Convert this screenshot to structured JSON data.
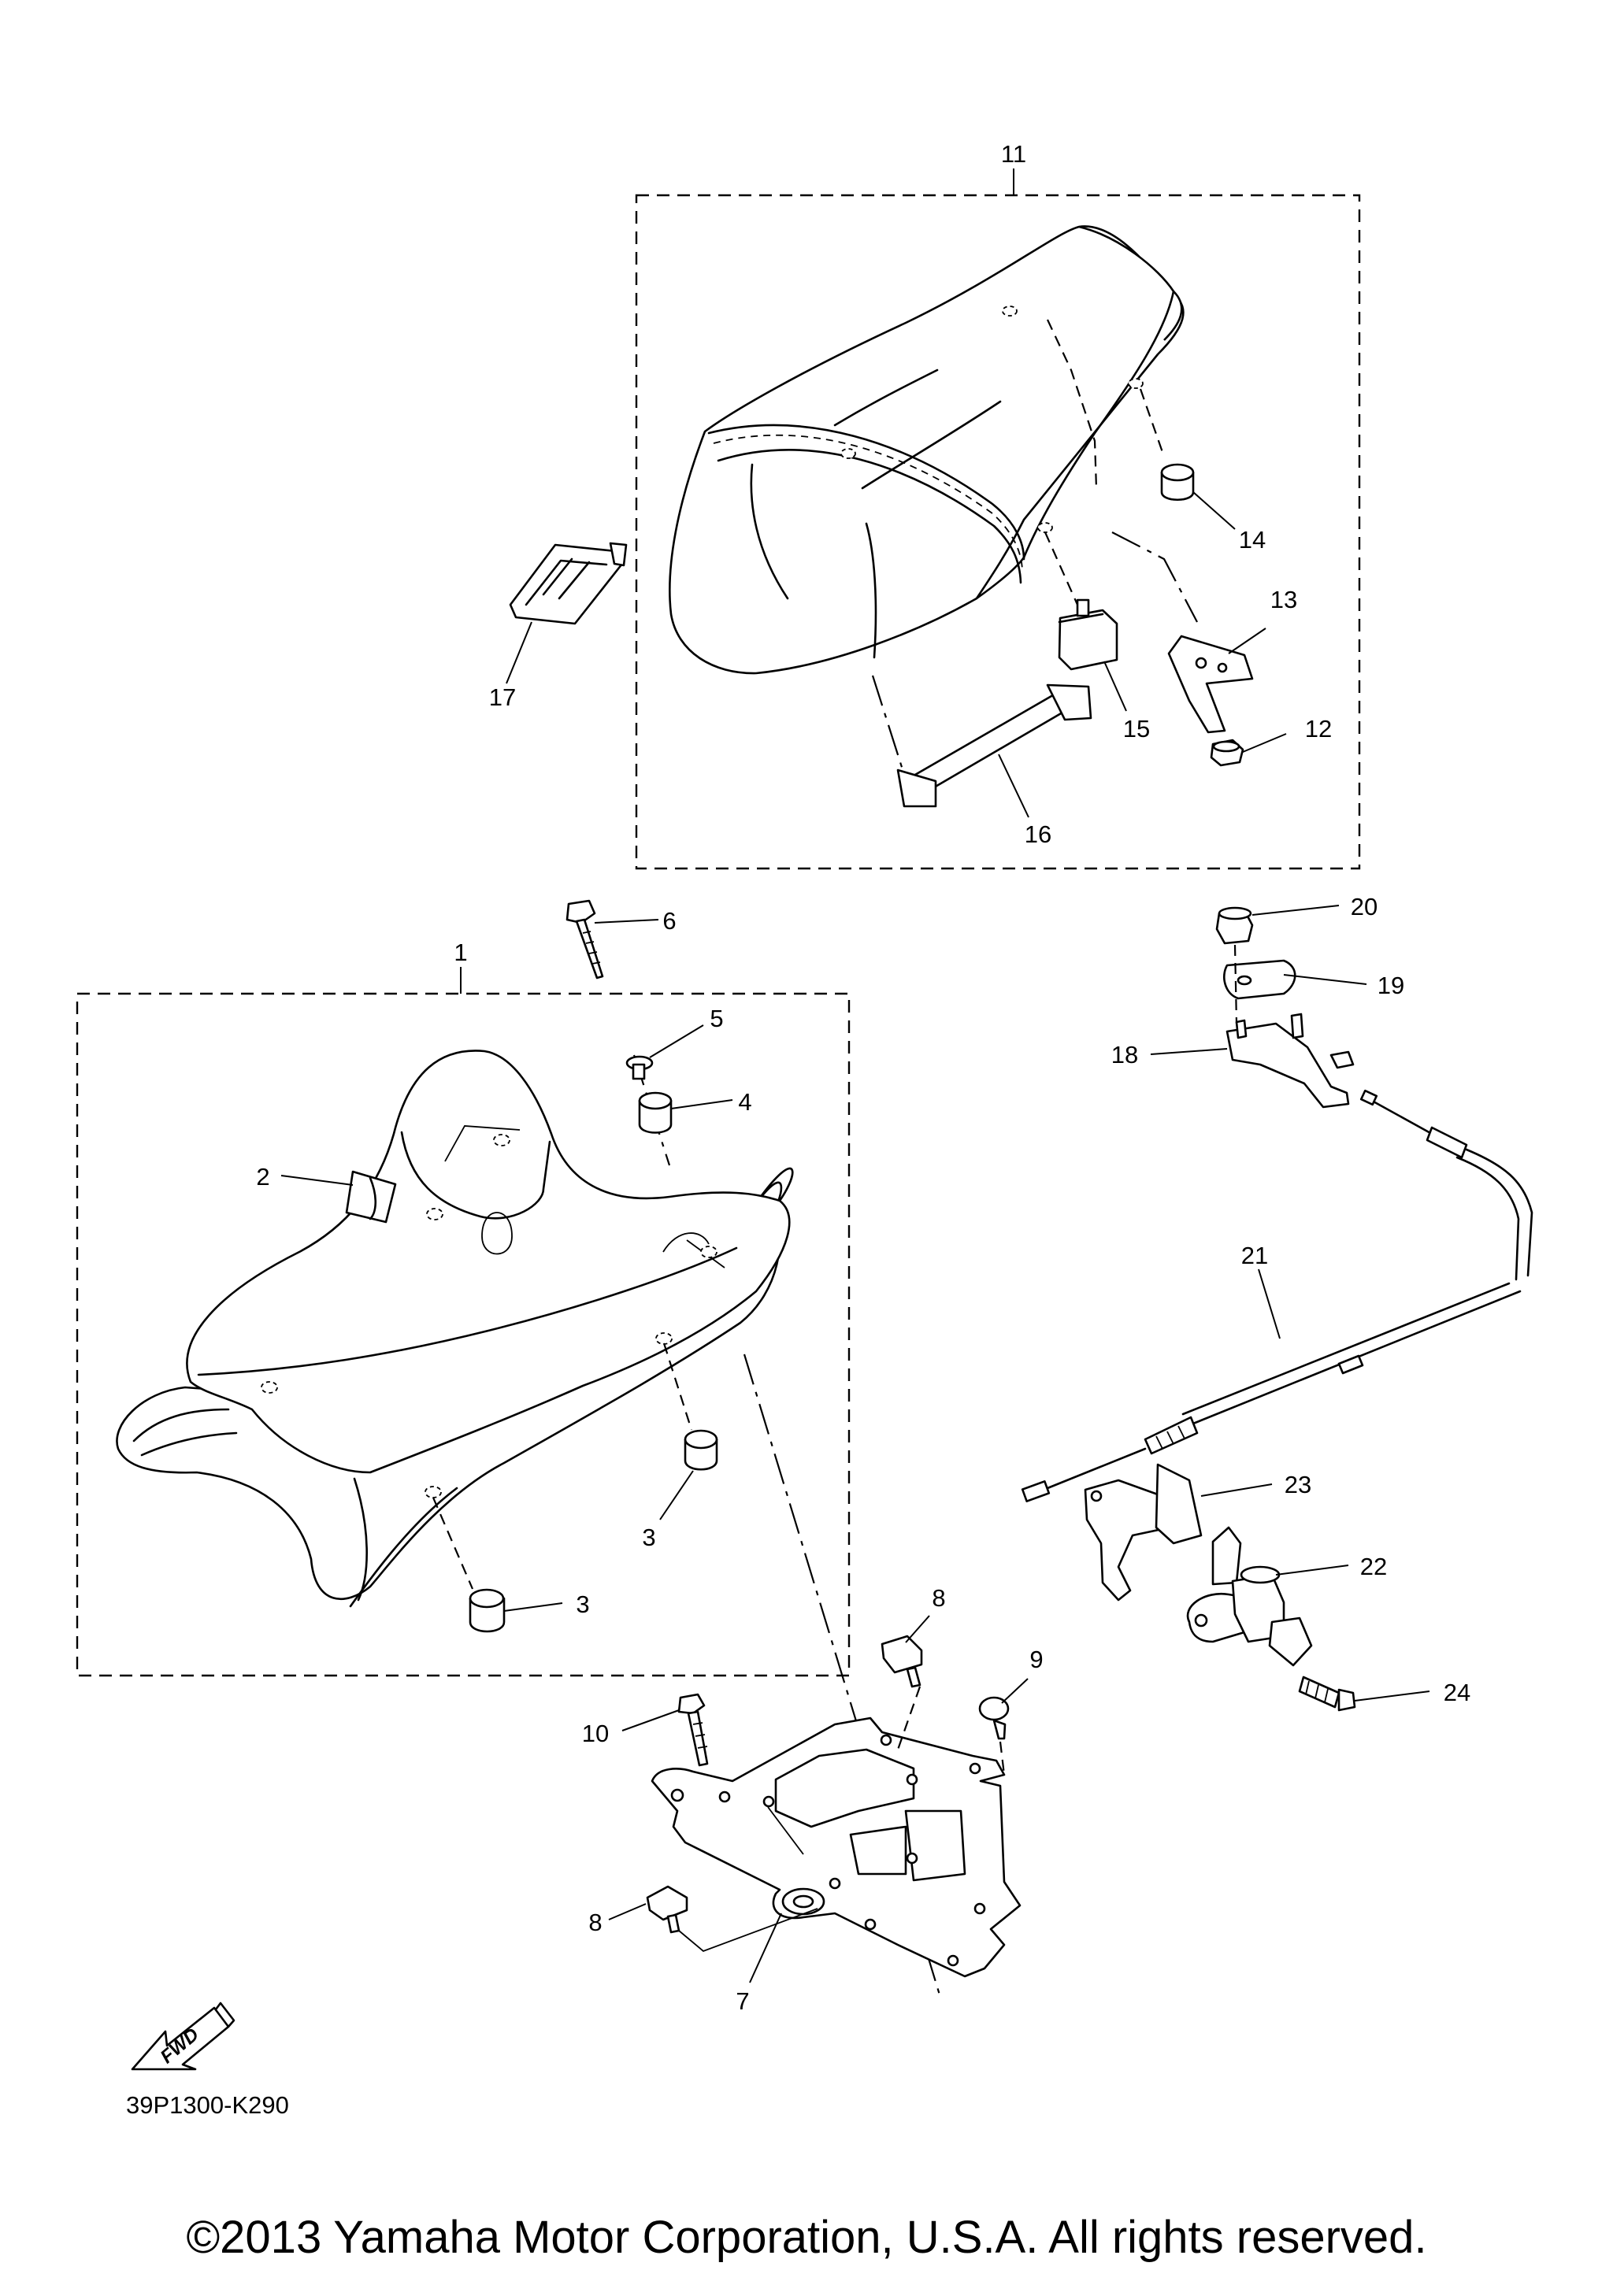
{
  "diagram": {
    "drawing_code": "39P1300-K290",
    "fwd_label": "FWD",
    "callouts": [
      "1",
      "2",
      "3",
      "3",
      "4",
      "5",
      "6",
      "7",
      "8",
      "8",
      "9",
      "10",
      "11",
      "12",
      "13",
      "14",
      "15",
      "16",
      "17",
      "18",
      "19",
      "20",
      "21",
      "22",
      "23",
      "24"
    ]
  },
  "footer": {
    "copyright": "©2013 Yamaha Motor Corporation, U.S.A. All rights reserved."
  }
}
